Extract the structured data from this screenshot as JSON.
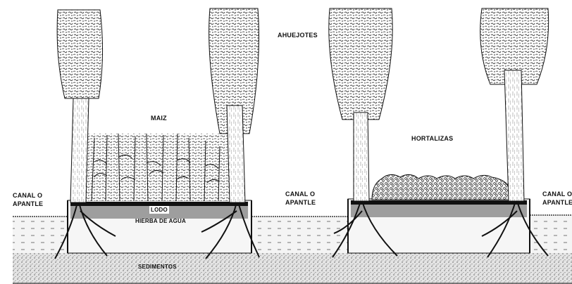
{
  "labels": {
    "ahuejotes": "AHUEJOTES",
    "maiz": "MAIZ",
    "hortalizas": "HORTALIZAS",
    "canal_left_line1": "CANAL O",
    "canal_left_line2": "APANTLE",
    "canal_mid_line1": "CANAL O",
    "canal_mid_line2": "APANTLE",
    "canal_right_line1": "CANAL O",
    "canal_right_line2": "APANTLE",
    "lodo": "LODO",
    "hierba": "HIERBA DE AGUA",
    "sedimentos": "SEDIMENTOS"
  },
  "colors": {
    "ink": "#111111",
    "paper": "#ffffff",
    "sediment": "#c9c9c9"
  }
}
